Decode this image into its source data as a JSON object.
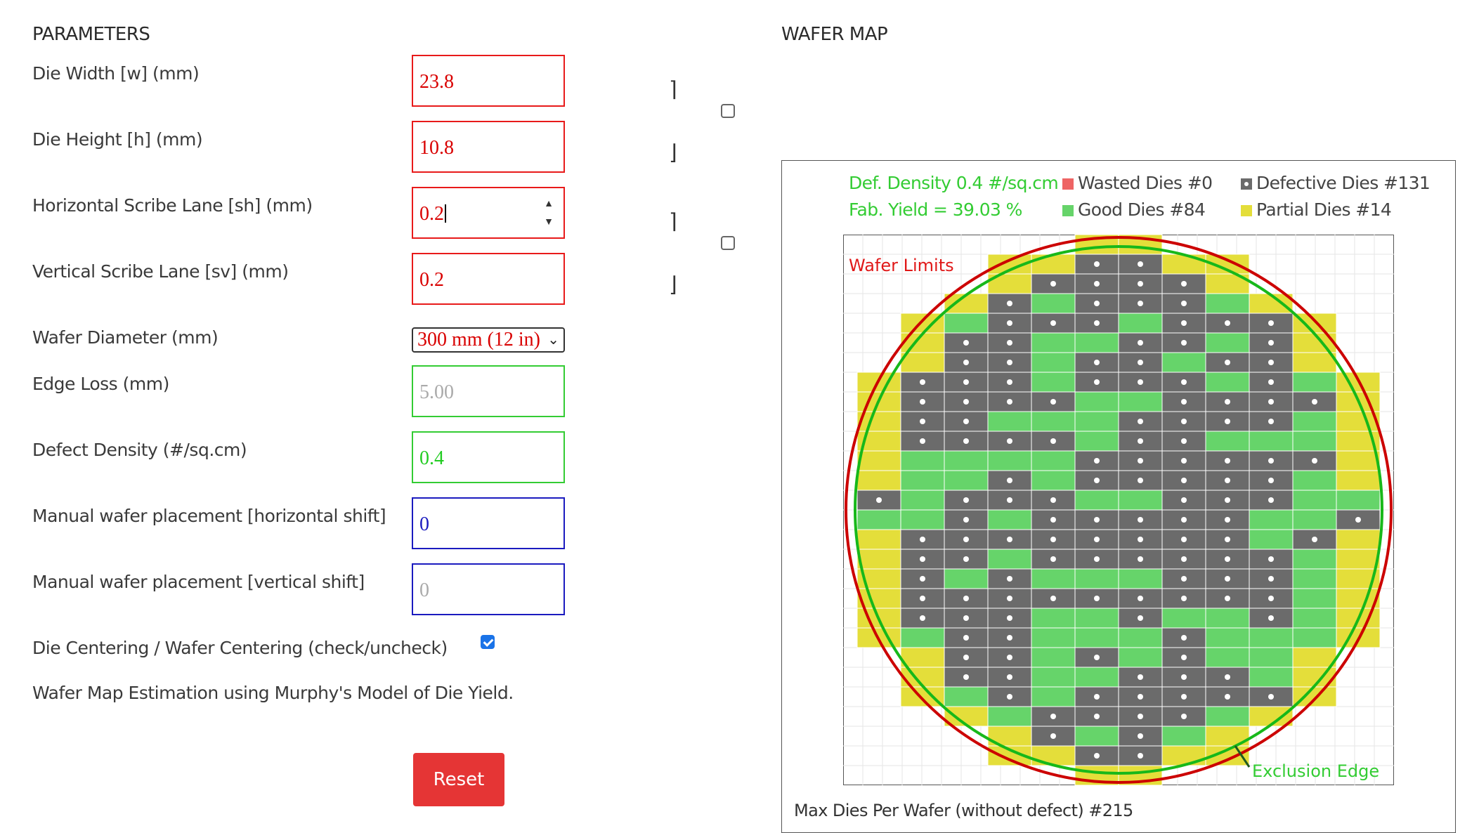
{
  "parameters": {
    "heading": "PARAMETERS",
    "die_width": {
      "label": "Die Width [w] (mm)",
      "value": "23.8"
    },
    "die_height": {
      "label": "Die Height [h] (mm)",
      "value": "10.8"
    },
    "horizontal_scribe": {
      "label": "Horizontal Scribe Lane [sh] (mm)",
      "value": "0.2"
    },
    "vertical_scribe": {
      "label": "Vertical Scribe Lane [sv] (mm)",
      "value": "0.2"
    },
    "wafer_diameter": {
      "label": "Wafer Diameter (mm)",
      "value": "300 mm (12 in)"
    },
    "edge_loss": {
      "label": "Edge Loss (mm)",
      "placeholder": "5.00"
    },
    "defect_density": {
      "label": "Defect Density (#/sq.cm)",
      "value": "0.4"
    },
    "h_shift": {
      "label": "Manual wafer placement [horizontal shift]",
      "value": "0"
    },
    "v_shift": {
      "label": "Manual wafer placement [vertical shift]",
      "placeholder": "0"
    },
    "centering": {
      "label": "Die Centering / Wafer Centering (check/uncheck)",
      "checked": true
    },
    "model_note": "Wafer Map Estimation using Murphy's Model of Die Yield.",
    "reset_label": "Reset"
  },
  "wafer_map": {
    "heading": "WAFER MAP",
    "def_density": "Def. Density 0.4 #/sq.cm",
    "fab_yield": "Fab. Yield = 39.03 %",
    "wasted": "Wasted Dies  #0",
    "good": "Good Dies #84",
    "defective": "Defective Dies  #131",
    "partial": "Partial Dies #14",
    "wafer_limits": "Wafer Limits",
    "exclusion_edge": "Exclusion Edge",
    "max_dies": "Max Dies Per Wafer (without defect) #215",
    "colors": {
      "good": "#66d46a",
      "defective": "#6b6b6b",
      "partial": "#e4de3a",
      "wasted": "#ee6464",
      "wafer_limit": "#cc0000",
      "exclusion": "#17b81a"
    }
  }
}
